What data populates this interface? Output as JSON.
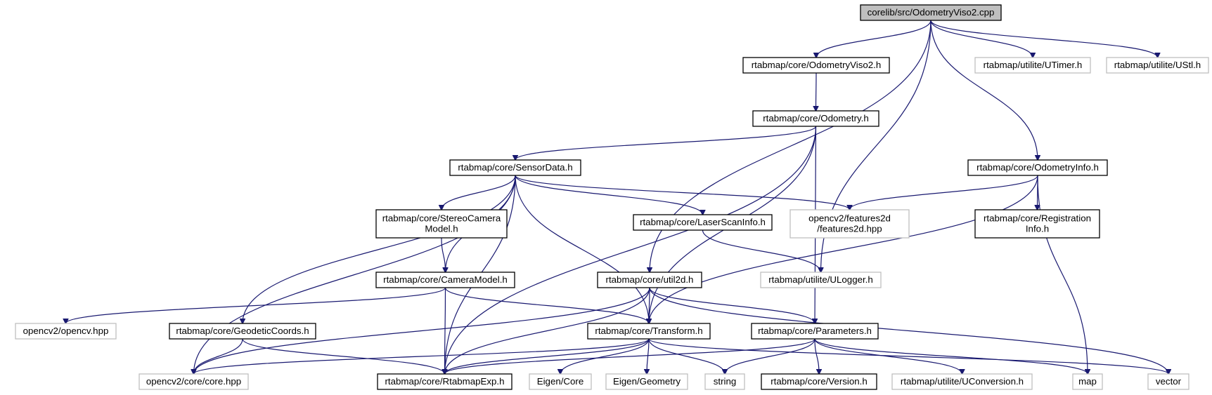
{
  "diagram": {
    "nodes": [
      {
        "id": "root",
        "lines": [
          "corelib/src/OdometryViso2.cpp"
        ],
        "style": "root"
      },
      {
        "id": "odoviso2",
        "lines": [
          "rtabmap/core/OdometryViso2.h"
        ],
        "style": "solid"
      },
      {
        "id": "utimer",
        "lines": [
          "rtabmap/utilite/UTimer.h"
        ],
        "style": "faded"
      },
      {
        "id": "ustl",
        "lines": [
          "rtabmap/utilite/UStl.h"
        ],
        "style": "faded"
      },
      {
        "id": "odometry",
        "lines": [
          "rtabmap/core/Odometry.h"
        ],
        "style": "solid"
      },
      {
        "id": "sensordata",
        "lines": [
          "rtabmap/core/SensorData.h"
        ],
        "style": "solid"
      },
      {
        "id": "odoinfo",
        "lines": [
          "rtabmap/core/OdometryInfo.h"
        ],
        "style": "solid"
      },
      {
        "id": "stereocam",
        "lines": [
          "rtabmap/core/StereoCamera",
          "Model.h"
        ],
        "style": "solid"
      },
      {
        "id": "laserscan",
        "lines": [
          "rtabmap/core/LaserScanInfo.h"
        ],
        "style": "solid"
      },
      {
        "id": "features2d",
        "lines": [
          "opencv2/features2d",
          "/features2d.hpp"
        ],
        "style": "faded"
      },
      {
        "id": "reginfo",
        "lines": [
          "rtabmap/core/Registration",
          "Info.h"
        ],
        "style": "solid"
      },
      {
        "id": "cameramodel",
        "lines": [
          "rtabmap/core/CameraModel.h"
        ],
        "style": "solid"
      },
      {
        "id": "util2d",
        "lines": [
          "rtabmap/core/util2d.h"
        ],
        "style": "solid"
      },
      {
        "id": "ulogger",
        "lines": [
          "rtabmap/utilite/ULogger.h"
        ],
        "style": "faded"
      },
      {
        "id": "opencv",
        "lines": [
          "opencv2/opencv.hpp"
        ],
        "style": "faded"
      },
      {
        "id": "geodetic",
        "lines": [
          "rtabmap/core/GeodeticCoords.h"
        ],
        "style": "solid"
      },
      {
        "id": "transform",
        "lines": [
          "rtabmap/core/Transform.h"
        ],
        "style": "solid"
      },
      {
        "id": "parameters",
        "lines": [
          "rtabmap/core/Parameters.h"
        ],
        "style": "solid"
      },
      {
        "id": "corehpp",
        "lines": [
          "opencv2/core/core.hpp"
        ],
        "style": "faded"
      },
      {
        "id": "rtabmapexp",
        "lines": [
          "rtabmap/core/RtabmapExp.h"
        ],
        "style": "solid"
      },
      {
        "id": "eigencore",
        "lines": [
          "Eigen/Core"
        ],
        "style": "faded"
      },
      {
        "id": "eigengeom",
        "lines": [
          "Eigen/Geometry"
        ],
        "style": "faded"
      },
      {
        "id": "string",
        "lines": [
          "string"
        ],
        "style": "faded"
      },
      {
        "id": "version",
        "lines": [
          "rtabmap/core/Version.h"
        ],
        "style": "solid"
      },
      {
        "id": "uconversion",
        "lines": [
          "rtabmap/utilite/UConversion.h"
        ],
        "style": "faded"
      },
      {
        "id": "map",
        "lines": [
          "map"
        ],
        "style": "faded"
      },
      {
        "id": "vector",
        "lines": [
          "vector"
        ],
        "style": "faded"
      }
    ],
    "edges": [
      [
        "root",
        "odoviso2"
      ],
      [
        "root",
        "utimer"
      ],
      [
        "root",
        "ustl"
      ],
      [
        "root",
        "util2d"
      ],
      [
        "root",
        "ulogger"
      ],
      [
        "root",
        "odoinfo"
      ],
      [
        "odoviso2",
        "odometry"
      ],
      [
        "odometry",
        "sensordata"
      ],
      [
        "odometry",
        "rtabmapexp"
      ],
      [
        "odometry",
        "transform"
      ],
      [
        "odometry",
        "parameters"
      ],
      [
        "sensordata",
        "corehpp"
      ],
      [
        "sensordata",
        "geodetic"
      ],
      [
        "sensordata",
        "stereocam"
      ],
      [
        "sensordata",
        "cameramodel"
      ],
      [
        "sensordata",
        "rtabmapexp"
      ],
      [
        "sensordata",
        "transform"
      ],
      [
        "sensordata",
        "laserscan"
      ],
      [
        "sensordata",
        "features2d"
      ],
      [
        "odoinfo",
        "features2d"
      ],
      [
        "odoinfo",
        "reginfo"
      ],
      [
        "odoinfo",
        "transform"
      ],
      [
        "odoinfo",
        "map"
      ],
      [
        "stereocam",
        "cameramodel"
      ],
      [
        "laserscan",
        "ulogger"
      ],
      [
        "cameramodel",
        "opencv"
      ],
      [
        "cameramodel",
        "rtabmapexp"
      ],
      [
        "cameramodel",
        "transform"
      ],
      [
        "util2d",
        "corehpp"
      ],
      [
        "util2d",
        "rtabmapexp"
      ],
      [
        "util2d",
        "transform"
      ],
      [
        "util2d",
        "parameters"
      ],
      [
        "util2d",
        "vector"
      ],
      [
        "geodetic",
        "corehpp"
      ],
      [
        "geodetic",
        "rtabmapexp"
      ],
      [
        "transform",
        "corehpp"
      ],
      [
        "transform",
        "rtabmapexp"
      ],
      [
        "transform",
        "eigencore"
      ],
      [
        "transform",
        "eigengeom"
      ],
      [
        "transform",
        "string"
      ],
      [
        "transform",
        "vector"
      ],
      [
        "parameters",
        "rtabmapexp"
      ],
      [
        "parameters",
        "string"
      ],
      [
        "parameters",
        "version"
      ],
      [
        "parameters",
        "uconversion"
      ],
      [
        "parameters",
        "map"
      ]
    ]
  }
}
